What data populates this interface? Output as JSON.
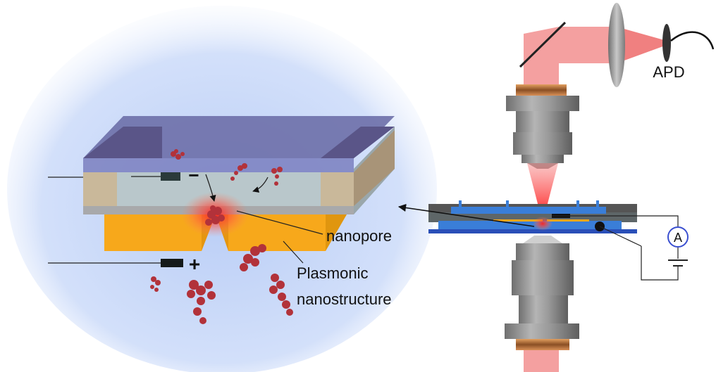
{
  "labels": {
    "apd": "APD",
    "nanopore": "nanopore",
    "plasmonic_line1": "Plasmonic",
    "plasmonic_line2": "nanostructure",
    "minus": "−",
    "plus": "+",
    "ammeter": "A"
  },
  "colors": {
    "laser": "#f08080",
    "gold": "#f7a81b",
    "membrane": "#b8c8cc",
    "top_layer": "#6a6fa8",
    "halo": "#c8d8f8",
    "protein": "#b2323a",
    "objective": "#8c8c8c",
    "copper": "#c57a3a",
    "ammeter": "#3a4fd0"
  }
}
